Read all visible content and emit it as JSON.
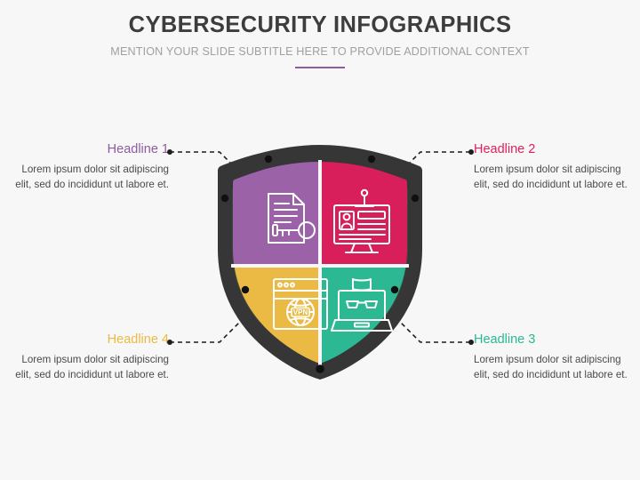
{
  "header": {
    "title": "CYBERSECURITY INFOGRAPHICS",
    "subtitle": "MENTION YOUR SLIDE SUBTITLE HERE TO PROVIDE ADDITIONAL CONTEXT",
    "rule_color": "#8e5ba0",
    "title_color": "#3d3d3d",
    "subtitle_color": "#a0a0a4"
  },
  "background_color": "#f7f7f7",
  "shield": {
    "border_color": "#363636",
    "border_highlight": "#4a4a4a",
    "rivet_color": "#101010",
    "divider_color": "#f7f7f7",
    "quadrants": [
      {
        "id": "top-left",
        "color": "#9b62a7",
        "icon": "encrypted-document-key-icon",
        "icon_label": "Document with key"
      },
      {
        "id": "top-right",
        "color": "#d81e5b",
        "icon": "monitor-id-card-icon",
        "icon_label": "Monitor with ID badge"
      },
      {
        "id": "bottom-left",
        "color": "#ebba44",
        "icon": "browser-vpn-globe-icon",
        "icon_label": "Browser window with VPN globe",
        "icon_text": "VPN"
      },
      {
        "id": "bottom-right",
        "color": "#2bb893",
        "icon": "laptop-hacker-icon",
        "icon_label": "Laptop with hacker"
      }
    ]
  },
  "callouts": [
    {
      "id": "callout-1",
      "headline": "Headline 1",
      "color": "#8e5ba0",
      "body": "Lorem ipsum dolor sit adipiscing elit, sed do incididunt ut labore et.",
      "align": "right"
    },
    {
      "id": "callout-2",
      "headline": "Headline 2",
      "color": "#e51f5c",
      "body": "Lorem ipsum dolor sit adipiscing elit, sed do incididunt ut labore et.",
      "align": "left"
    },
    {
      "id": "callout-3",
      "headline": "Headline 3",
      "color": "#2bb893",
      "body": "Lorem ipsum dolor sit adipiscing elit, sed do incididunt ut labore et.",
      "align": "left"
    },
    {
      "id": "callout-4",
      "headline": "Headline 4",
      "color": "#ebba44",
      "body": "Lorem ipsum dolor sit adipiscing elit, sed do incididunt ut labore et.",
      "align": "right"
    }
  ],
  "connector": {
    "color": "#1d1d1d",
    "dash": "5 4"
  }
}
